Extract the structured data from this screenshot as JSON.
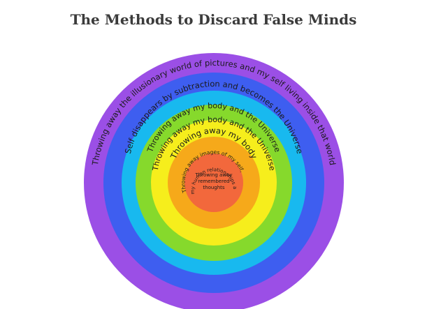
{
  "title": "The Methods to Discard False Minds",
  "rings": [
    {
      "label": "Throwing away the illusionary world of pictures and my self living inside that world",
      "color": "#9b4fe6"
    },
    {
      "label": "Self disappears by subtraction and becomes the Universe",
      "color": "#3e5ef0"
    },
    {
      "label": "Throwing away my body and the Universe",
      "color": "#18b9ef"
    },
    {
      "label": "Throwing away my body and the Universe",
      "color": "#86d92c"
    },
    {
      "label": "Throwing away my body",
      "color": "#f6ee1c"
    },
    {
      "label_lines": [
        "Throwing away images of my self,",
        "images of my human relationships and my self"
      ],
      "color": "#f6a91a"
    }
  ],
  "center": {
    "lines": [
      "Throwing away",
      "remembered",
      "thoughts"
    ],
    "color": "#f2683c"
  }
}
